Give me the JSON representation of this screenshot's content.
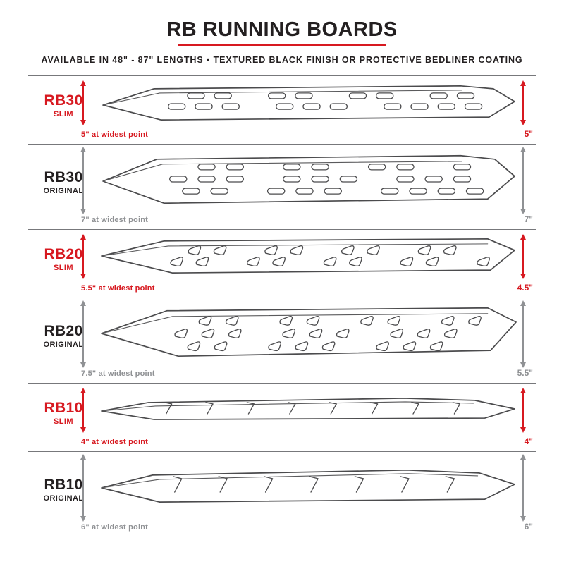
{
  "header": {
    "title": "RB RUNNING BOARDS",
    "subtitle": "AVAILABLE IN 48\" - 87\" LENGTHS   •   TEXTURED BLACK FINISH OR PROTECTIVE BEDLINER COATING"
  },
  "colors": {
    "accent_red": "#d71920",
    "text_dark": "#231f20",
    "measure_gray": "#8f9194"
  },
  "rows": [
    {
      "model": "RB30",
      "variant": "SLIM",
      "width_label": "5\" at widest point",
      "height_label": "5\""
    },
    {
      "model": "RB30",
      "variant": "ORIGINAL",
      "width_label": "7\" at widest point",
      "height_label": "7\""
    },
    {
      "model": "RB20",
      "variant": "SLIM",
      "width_label": "5.5\" at widest point",
      "height_label": "4.5\""
    },
    {
      "model": "RB20",
      "variant": "ORIGINAL",
      "width_label": "7.5\" at widest point",
      "height_label": "5.5\""
    },
    {
      "model": "RB10",
      "variant": "SLIM",
      "width_label": "4\" at widest point",
      "height_label": "4\""
    },
    {
      "model": "RB10",
      "variant": "ORIGINAL",
      "width_label": "6\" at widest point",
      "height_label": "6\""
    }
  ]
}
